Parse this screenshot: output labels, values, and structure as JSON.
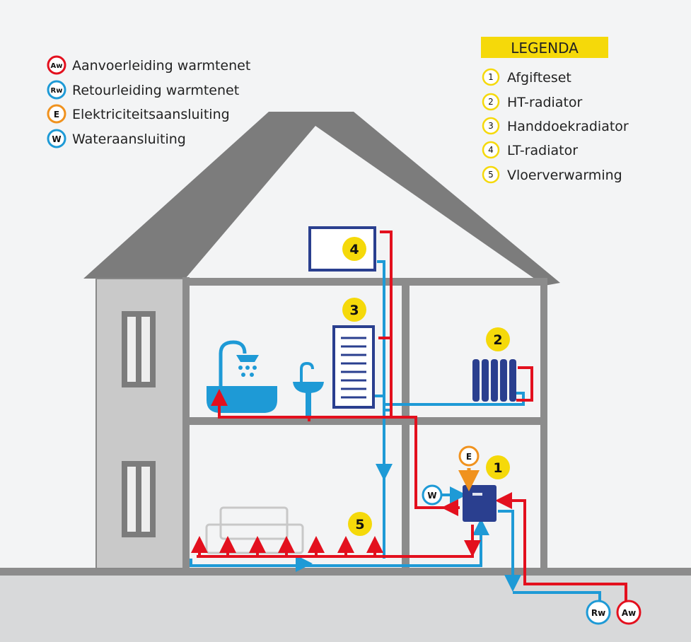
{
  "legend_left": [
    {
      "code": "Aw",
      "label": "Aanvoerleiding warmtenet",
      "color": "#e3101e"
    },
    {
      "code": "Rw",
      "label": "Retourleiding warmtenet",
      "color": "#1e9ad6"
    },
    {
      "code": "E",
      "label": "Elektriciteitsaansluiting",
      "color": "#f0921e"
    },
    {
      "code": "W",
      "label": "Wateraansluiting",
      "color": "#1e9ad6"
    }
  ],
  "legend_right": {
    "title": "LEGENDA",
    "items": [
      {
        "num": "1",
        "label": "Afgifteset"
      },
      {
        "num": "2",
        "label": "HT-radiator"
      },
      {
        "num": "3",
        "label": "Handdoekradiator"
      },
      {
        "num": "4",
        "label": "LT-radiator"
      },
      {
        "num": "5",
        "label": "Vloerverwarming"
      }
    ]
  },
  "badges": {
    "b1": "1",
    "b2": "2",
    "b3": "3",
    "b4": "4",
    "b5": "5"
  },
  "connections": {
    "e": "E",
    "w": "W",
    "rw": "Rw",
    "aw": "Aw"
  },
  "colors": {
    "supply": "#e3101e",
    "return": "#1e9ad6",
    "accent": "#f5d90a",
    "unit": "#2a3f8f"
  }
}
